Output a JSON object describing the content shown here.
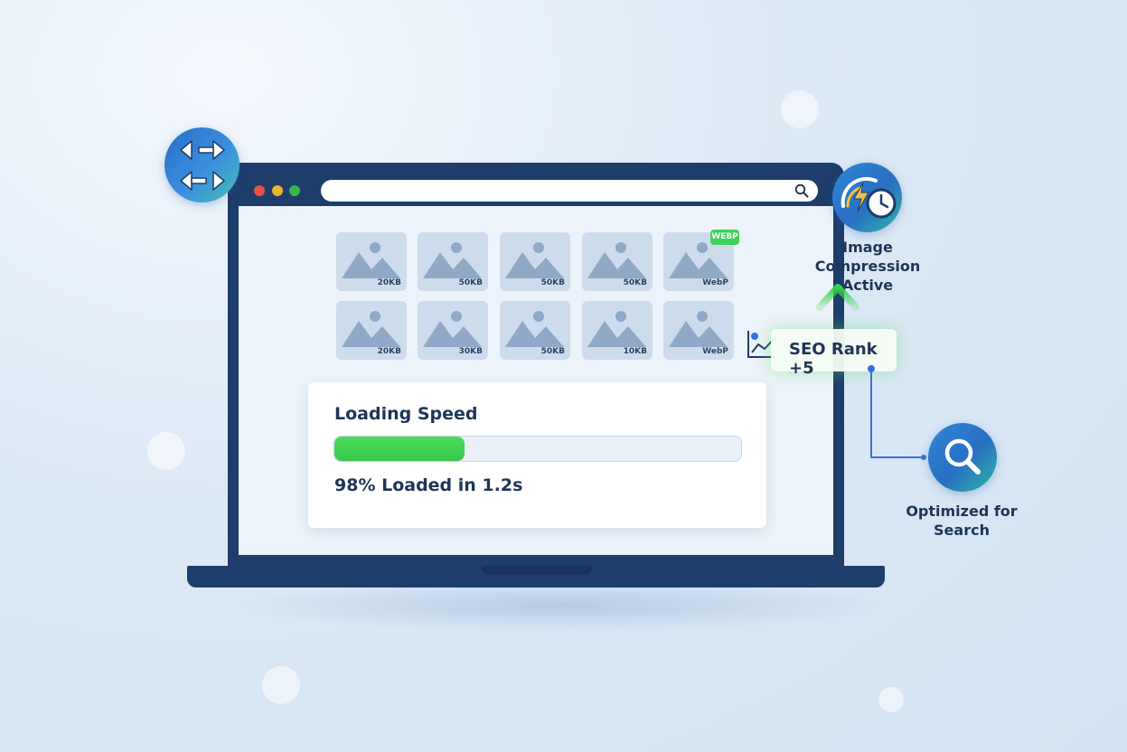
{
  "colors": {
    "bezel": "#1d3d6b",
    "accent_green": "#3fd15a",
    "accent_blue": "#2a6fc4",
    "text_dark": "#1e3556"
  },
  "browser": {
    "window_controls": [
      "close",
      "minimize",
      "maximize"
    ],
    "search_icon": "search-icon"
  },
  "gallery": {
    "row1": [
      {
        "label": "20KB",
        "icon": "image-icon"
      },
      {
        "label": "50KB",
        "icon": "image-icon"
      },
      {
        "label": "50KB",
        "icon": "image-icon"
      },
      {
        "label": "50KB",
        "icon": "image-icon"
      },
      {
        "label": "WebP",
        "icon": "image-icon"
      }
    ],
    "row2": [
      {
        "label": "20KB",
        "icon": "image-icon"
      },
      {
        "label": "30KB",
        "icon": "image-icon"
      },
      {
        "label": "50KB",
        "icon": "image-icon"
      },
      {
        "label": "10KB",
        "icon": "image-icon"
      },
      {
        "label": "WebP",
        "icon": "image-icon"
      }
    ],
    "badge": "WEBP"
  },
  "loading": {
    "title": "Loading Speed",
    "progress_fraction": 0.32,
    "status": "98% Loaded in 1.2s"
  },
  "floating": {
    "compression": {
      "line1": "Image Compression",
      "line2": "Active",
      "icon": "speed-clock-icon"
    },
    "seo": {
      "label": "SEO Rank +5",
      "icon": "line-chart-icon"
    },
    "search": {
      "line1": "Optimized for",
      "line2": "Search",
      "icon": "magnifier-icon"
    },
    "resize_icon": "resize-arrows-icon"
  }
}
